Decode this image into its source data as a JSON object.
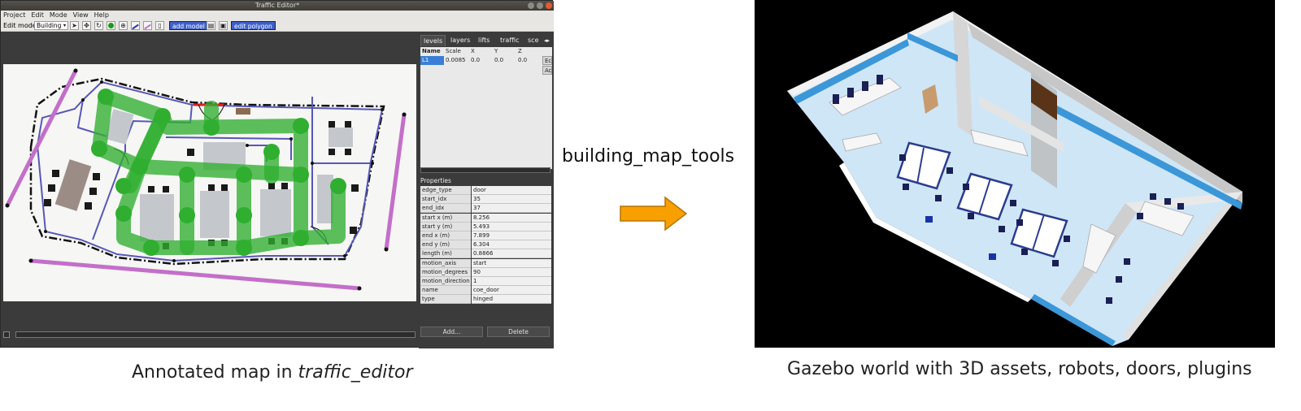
{
  "window": {
    "title": "Traffic Editor*",
    "menu": [
      "Project",
      "Edit",
      "Mode",
      "View",
      "Help"
    ],
    "edit_mode_label": "Edit mode:",
    "edit_mode_value": "Building",
    "add_model_label": "add model",
    "edit_polygon_label": "edit polygon"
  },
  "panel": {
    "tabs": [
      "levels",
      "layers",
      "lifts",
      "traffic",
      "sce"
    ],
    "levels_columns": [
      "Name",
      "Scale",
      "X",
      "Y",
      "Z"
    ],
    "levels_rows": [
      {
        "name": "L1",
        "scale": "0.0085",
        "x": "0.0",
        "y": "0.0",
        "z": "0.0",
        "btn1": "Ec",
        "btn2": "Ac"
      }
    ],
    "properties_title": "Properties",
    "properties": [
      {
        "key": "edge_type",
        "value": "door"
      },
      {
        "key": "start_idx",
        "value": "35"
      },
      {
        "key": "end_idx",
        "value": "37"
      },
      {
        "key": "start x (m)",
        "value": "8.256"
      },
      {
        "key": "start y (m)",
        "value": "5.493"
      },
      {
        "key": "end x (m)",
        "value": "7.899"
      },
      {
        "key": "end y (m)",
        "value": "6.304"
      },
      {
        "key": "length (m)",
        "value": "0.8866"
      },
      {
        "key": "motion_axis",
        "value": "start"
      },
      {
        "key": "motion_degrees",
        "value": "90"
      },
      {
        "key": "motion_direction",
        "value": "1"
      },
      {
        "key": "name",
        "value": "coe_door"
      },
      {
        "key": "type",
        "value": "hinged"
      }
    ],
    "add_button": "Add...",
    "delete_button": "Delete"
  },
  "arrow_label": "building_map_tools",
  "caption_left_prefix": "Annotated map in ",
  "caption_left_italic": "traffic_editor",
  "caption_right": "Gazebo world with 3D assets, robots, doors, plugins",
  "colors": {
    "lane_green": "#2fae2f",
    "wall_blue": "#5757b8",
    "measure_purple": "#c36fc9",
    "arrow_orange": "#f7a000",
    "floor_light_blue": "#cfe6f7"
  }
}
